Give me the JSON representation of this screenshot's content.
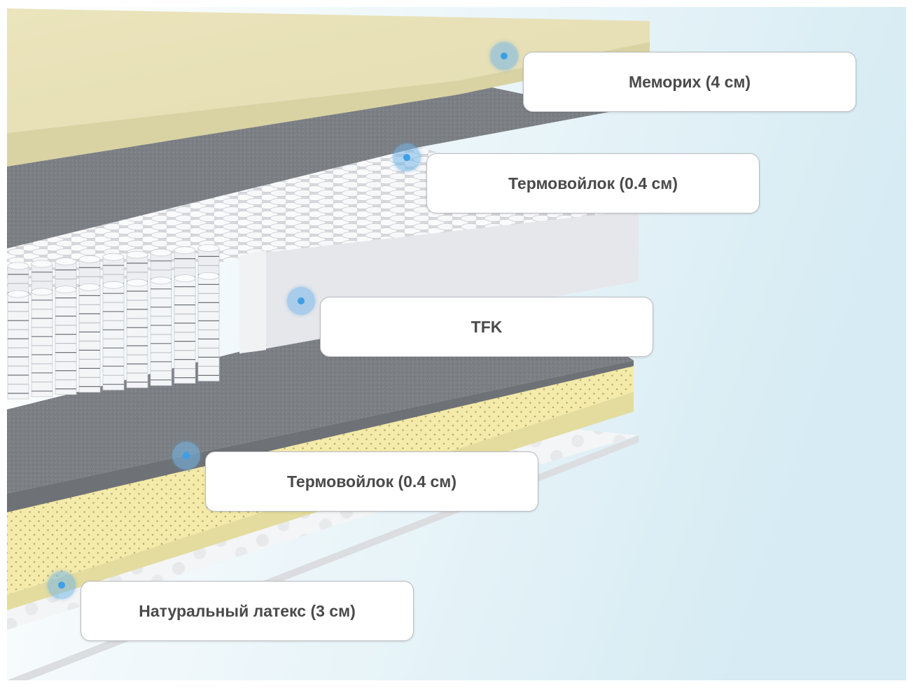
{
  "colors": {
    "background_gradient": [
      "#ffffff",
      "#e6f3f8",
      "#d8ecf4"
    ],
    "memory_foam": "#e9e2b8",
    "memory_foam_side": "#d8d2a0",
    "felt": "#7c8085",
    "springs": "#f1f2f4",
    "spring_block_side": "#e7e8ec",
    "latex": "#f4eaa8",
    "latex_side": "#e2dba1",
    "cover": "#f3f4f5",
    "marker": "#3d9fe6",
    "label_text": "#4a4a4a",
    "label_border": "#b9bcc0"
  },
  "layers": [
    {
      "id": "memory-foam",
      "label": "Мемориx (4 см)"
    },
    {
      "id": "felt-top",
      "label": "Термовойлок (0.4 см)"
    },
    {
      "id": "spring-block",
      "label": "TFK"
    },
    {
      "id": "felt-bottom",
      "label": "Термовойлок (0.4 см)"
    },
    {
      "id": "latex",
      "label": "Натуральный латекс (3 см)"
    }
  ]
}
